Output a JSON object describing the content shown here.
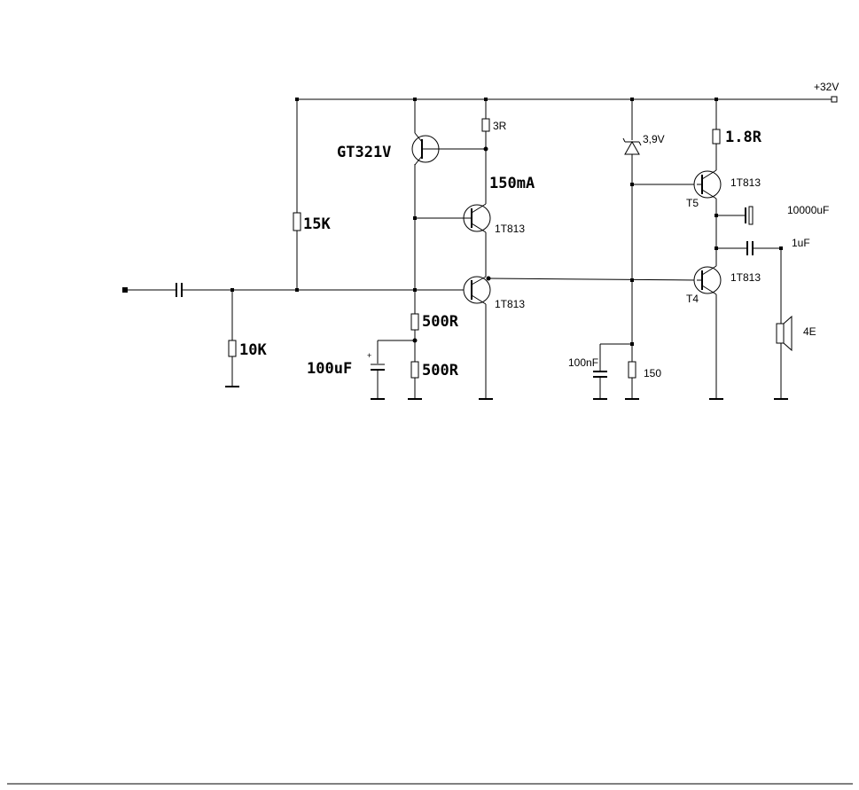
{
  "labels": {
    "supply": "+32V",
    "gt321v": "GT321V",
    "r_3r": "3R",
    "current": "150mA",
    "q2_type": "1T813",
    "q3_type": "1T813",
    "r_15k": "15K",
    "r_10k": "10K",
    "r_500r_top": "500R",
    "r_500r_bottom": "500R",
    "c_100uf": "100uF",
    "c_plus": "+",
    "zener": "3,9V",
    "c_100nf": "100nF",
    "r_150": "150",
    "r_1_8r": "1.8R",
    "t5_type": "1T813",
    "t5_name": "T5",
    "t4_type": "1T813",
    "t4_name": "T4",
    "c_10000uf": "10000uF",
    "c_1uf": "1uF",
    "speaker": "4E"
  }
}
